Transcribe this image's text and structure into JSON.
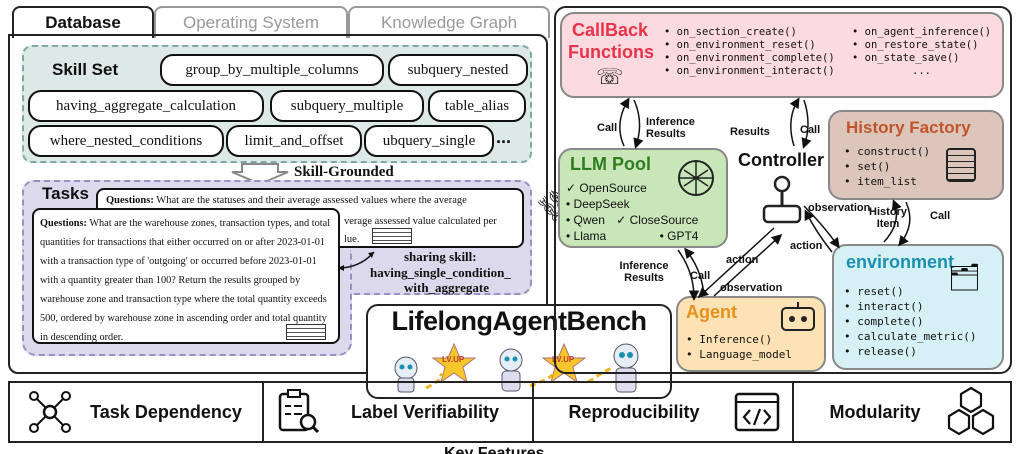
{
  "tabs": {
    "database": "Database",
    "os": "Operating System",
    "kg": "Knowledge Graph"
  },
  "skill_set": {
    "title": "Skill Set",
    "skills": [
      "group_by_multiple_columns",
      "subquery_nested",
      "having_aggregate_calculation",
      "subquery_multiple",
      "table_alias",
      "where_nested_conditions",
      "limit_and_offset",
      "ubquery_single"
    ],
    "ellipsis": "..."
  },
  "skill_grounded": "Skill-Grounded",
  "tasks": {
    "title": "Tasks",
    "q1_label": "Questions:",
    "q1_text": "What are the statuses and their average assessed values where the average",
    "q1_tail1": "verage assessed value calculated per",
    "q1_tail2": "lue.",
    "q2_label": "Questions:",
    "q2_text": "What are the warehouse zones, transaction types, and total quantities for transactions that either occurred on or after 2023-01-01 with a transaction type of 'outgoing' or occurred before 2023-01-01 with a quantity greater than 100? Return the results grouped by warehouse zone and transaction type where the total quantity exceeds 500, ordered by warehouse zone in ascending order and total quantity in descending order.",
    "sharing": "sharing skill:",
    "shared_skill_line1": "having_single_condition_",
    "shared_skill_line2": "with_aggregate"
  },
  "brand": "LifelongAgentBench",
  "badge": "LV.UP",
  "callback": {
    "title_line1": "CallBack",
    "title_line2": "Functions",
    "col1": [
      "on_section_create()",
      "on_environment_reset()",
      "on_environment_complete()",
      "on_environment_interact()"
    ],
    "col2": [
      "on_agent_inference()",
      "on_restore_state()",
      "on_state_save()",
      "..."
    ]
  },
  "history": {
    "title": "History Factory",
    "items": [
      "construct()",
      "set()",
      "item_list"
    ]
  },
  "llm_pool": {
    "title": "LLM Pool",
    "items": [
      "OpenSource",
      "DeepSeek",
      "Qwen",
      "Llama"
    ],
    "close": "CloseSource",
    "gpt": "GPT4"
  },
  "controller": "Controller",
  "environment": {
    "title": "environment",
    "items": [
      "reset()",
      "interact()",
      "complete()",
      "calculate_metric()",
      "release()"
    ]
  },
  "agent": {
    "title": "Agent",
    "items": [
      "Inference()",
      "Language_model"
    ]
  },
  "arrows": {
    "call": "Call",
    "inference_results": "Inference Results",
    "results": "Results",
    "observation": "observation",
    "history_item": "History Item",
    "action": "action"
  },
  "bottom": {
    "task_dependency": "Task Dependency",
    "label_verifiability": "Label Verifiability",
    "reproducibility": "Reproducibility",
    "modularity": "Modularity",
    "cut_text": "Key Features"
  },
  "colors": {
    "skill_bg": "#dde9e7",
    "skill_border": "#7ea8a0",
    "tasks_bg": "#ddd9ec",
    "tasks_border": "#9a8fc4",
    "callback_bg": "#fbdbe0",
    "callback_title": "#e8334a",
    "history_bg": "#dcc5bb",
    "history_title": "#c0552c",
    "llm_bg": "#c9e6b9",
    "llm_title": "#2e7d1e",
    "env_bg": "#d6f1f5",
    "env_title": "#1a8fb0",
    "agent_bg": "#fde2b6",
    "agent_title": "#e8901a"
  }
}
